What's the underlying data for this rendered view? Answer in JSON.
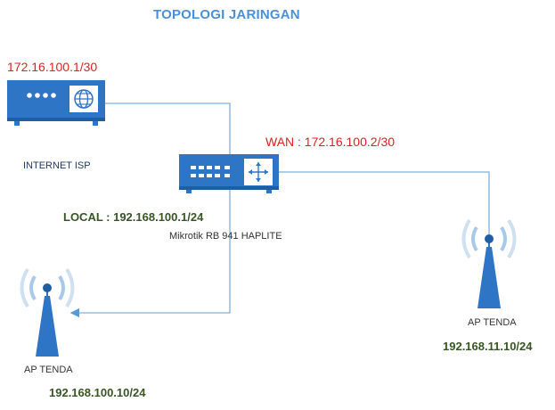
{
  "title": "TOPOLOGI JARINGAN",
  "isp": {
    "ip": "172.16.100.1/30",
    "label": "INTERNET ISP",
    "icon": "globe-router-icon"
  },
  "router": {
    "wan": "WAN : 172.16.100.2/30",
    "local": "LOCAL : 192.168.100.1/24",
    "label": "Mikrotik RB 941 HAPLITE",
    "icon": "router-switch-icon"
  },
  "ap_left": {
    "label": "AP TENDA",
    "ip": "192.168.100.10/24",
    "icon": "wireless-tower-icon"
  },
  "ap_right": {
    "label": "AP TENDA",
    "ip": "192.168.11.10/24",
    "icon": "wireless-tower-icon"
  },
  "colors": {
    "device_blue": "#2e75c6",
    "line_blue": "#5b9bd5",
    "title": "#4a90d9",
    "ip_red": "#e02020",
    "ip_green": "#375623"
  }
}
